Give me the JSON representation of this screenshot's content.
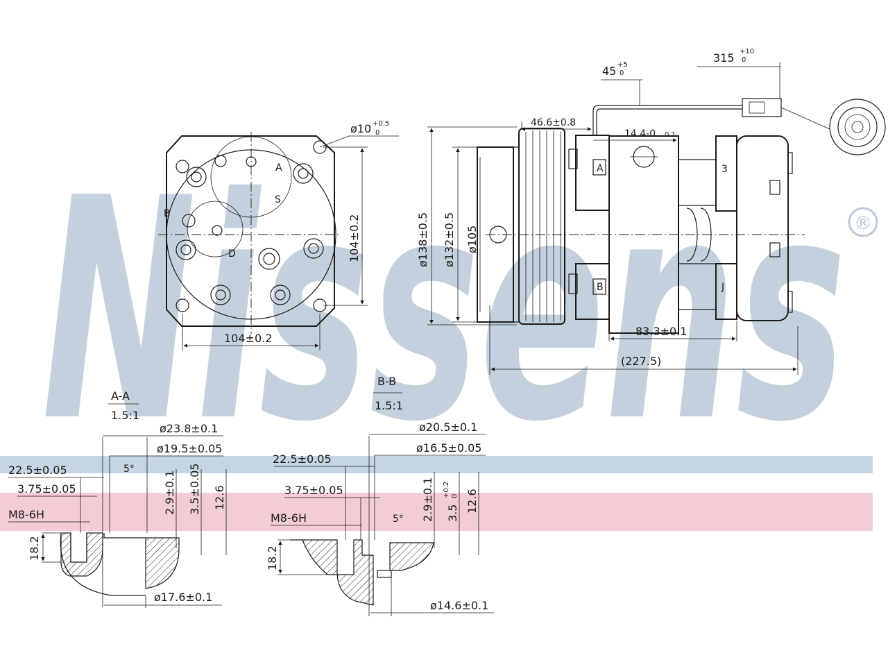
{
  "watermark": {
    "text": "Nissens",
    "registered_mark": "®",
    "color": "#b9c9d9"
  },
  "bands": {
    "blue": "#c5d5e4",
    "pink": "#f2cdd6"
  },
  "front_view": {
    "port_hole": "ø10",
    "port_hole_tol_upper": "+0.5",
    "port_hole_tol_lower": "0",
    "label_a": "A",
    "label_b": "B",
    "label_s": "S",
    "label_d": "D",
    "height_dim": "104±0.2",
    "width_dim": "104±0.2"
  },
  "side_view": {
    "cable_45": "45",
    "cable_45_tol_upper": "+5",
    "cable_45_tol_lower": "0",
    "cable_315": "315",
    "cable_315_tol_upper": "+10",
    "cable_315_tol_lower": "0",
    "pulley_46": "46.6±0.8",
    "offset_14": "14.4-0",
    "offset_14_tol": "0.1",
    "dia_138": "ø138±0.5",
    "dia_132": "ø132±0.5",
    "dia_105": "ø105",
    "dim_83": "83.3±0.1",
    "dim_227": "(227.5)",
    "label_a": "A",
    "label_b": "B",
    "label_3": "3",
    "label_j": "J"
  },
  "section_aa": {
    "title": "A-A",
    "scale": "1.5:1",
    "d23": "ø23.8±0.1",
    "d19": "ø19.5±0.05",
    "d17": "ø17.6±0.1",
    "d22": "22.5±0.05",
    "d375": "3.75±0.05",
    "thread": "M8-6H",
    "v29": "2.9±0.1",
    "v35": "3.5±0.05",
    "v126": "12.6",
    "v182": "18.2",
    "angle": "5°"
  },
  "section_bb": {
    "title": "B-B",
    "scale": "1.5:1",
    "d20": "ø20.5±0.1",
    "d16": "ø16.5±0.05",
    "d14": "ø14.6±0.1",
    "d22": "22.5±0.05",
    "d375": "3.75±0.05",
    "thread": "M8-6H",
    "v29": "2.9±0.1",
    "v35": "3.5",
    "v35_tol_upper": "+0.2",
    "v35_tol_lower": "0",
    "v126": "12.6",
    "v182": "18.2",
    "angle": "5°"
  }
}
